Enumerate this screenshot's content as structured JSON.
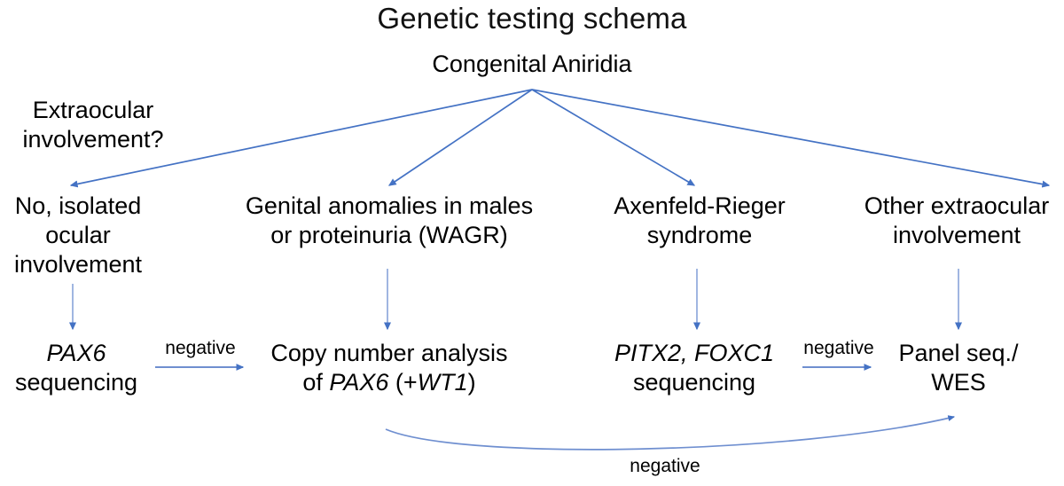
{
  "title": "Genetic testing schema",
  "colors": {
    "arrow": "#4472C4",
    "arrow_light": "#8FAADC",
    "text": "#000000",
    "background": "#ffffff"
  },
  "nodes": {
    "root": "Congenital Aniridia",
    "question": "Extraocular\ninvolvement?",
    "branch_isolated": "No, isolated\nocular\ninvolvement",
    "branch_wagr": "Genital anomalies in males\nor proteinuria (WAGR)",
    "branch_arg": "Axenfeld-Rieger\nsyndrome",
    "branch_other": "Other extraocular\ninvolvement",
    "test_pax6_gene": "PAX6",
    "test_pax6_rest": "sequencing",
    "test_cna_line1": "Copy number analysis",
    "test_cna_of": "of ",
    "test_cna_gene1": "PAX6",
    "test_cna_mid": " (+",
    "test_cna_gene2": "WT1",
    "test_cna_end": ")",
    "test_pitx_gene": "PITX2, FOXC1",
    "test_pitx_rest": "sequencing",
    "test_panel": "Panel seq./\nWES"
  },
  "edge_labels": {
    "negative_left": "negative",
    "negative_right": "negative",
    "negative_bottom": "negative"
  },
  "flow": {
    "type": "flowchart",
    "root": "Congenital Aniridia",
    "branches": [
      {
        "condition": "No, isolated ocular involvement",
        "test": "PAX6 sequencing",
        "on_negative": "Copy number analysis of PAX6 (+WT1)"
      },
      {
        "condition": "Genital anomalies in males or proteinuria (WAGR)",
        "test": "Copy number analysis of PAX6 (+WT1)",
        "on_negative": "Panel seq./WES"
      },
      {
        "condition": "Axenfeld-Rieger syndrome",
        "test": "PITX2, FOXC1 sequencing",
        "on_negative": "Panel seq./WES"
      },
      {
        "condition": "Other extraocular involvement",
        "test": "Panel seq./WES",
        "on_negative": ""
      }
    ]
  }
}
